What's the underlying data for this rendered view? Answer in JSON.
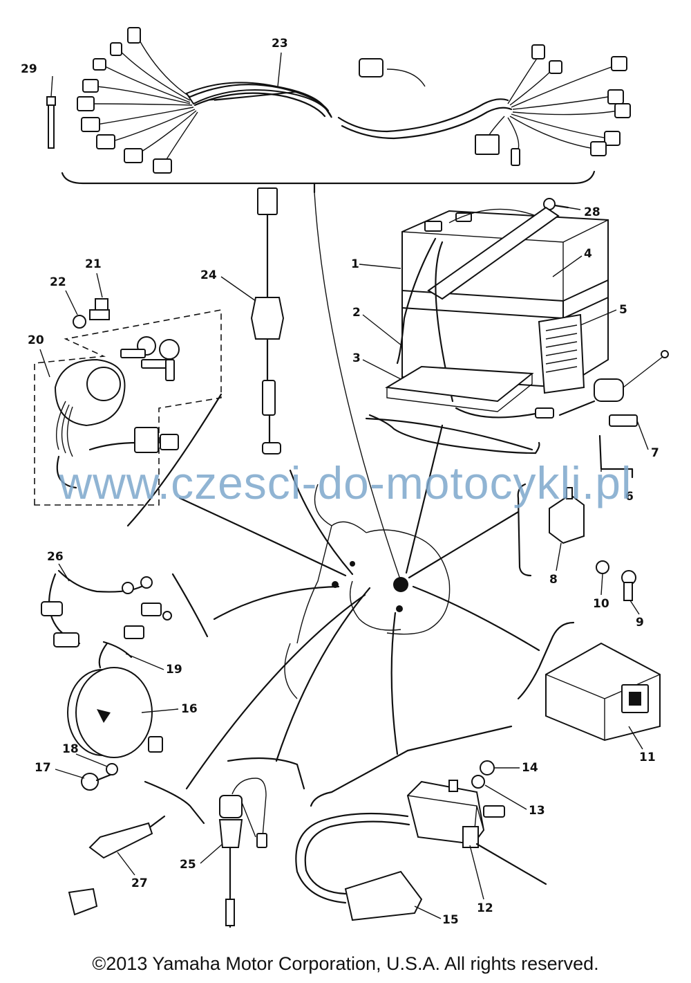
{
  "labels": {
    "p1": "1",
    "p2": "2",
    "p3": "3",
    "p4": "4",
    "p5": "5",
    "p6": "6",
    "p7": "7",
    "p8": "8",
    "p9": "9",
    "p10": "10",
    "p11": "11",
    "p12": "12",
    "p13": "13",
    "p14": "14",
    "p15": "15",
    "p16": "16",
    "p17": "17",
    "p18": "18",
    "p19": "19",
    "p20": "20",
    "p21": "21",
    "p22": "22",
    "p23": "23",
    "p24": "24",
    "p25": "25",
    "p26": "26",
    "p27": "27",
    "p28": "28",
    "p29": "29"
  },
  "watermark": "www.czesci-do-motocykli.pl",
  "copyright": "©2013 Yamaha Motor Corporation, U.S.A. All rights reserved."
}
